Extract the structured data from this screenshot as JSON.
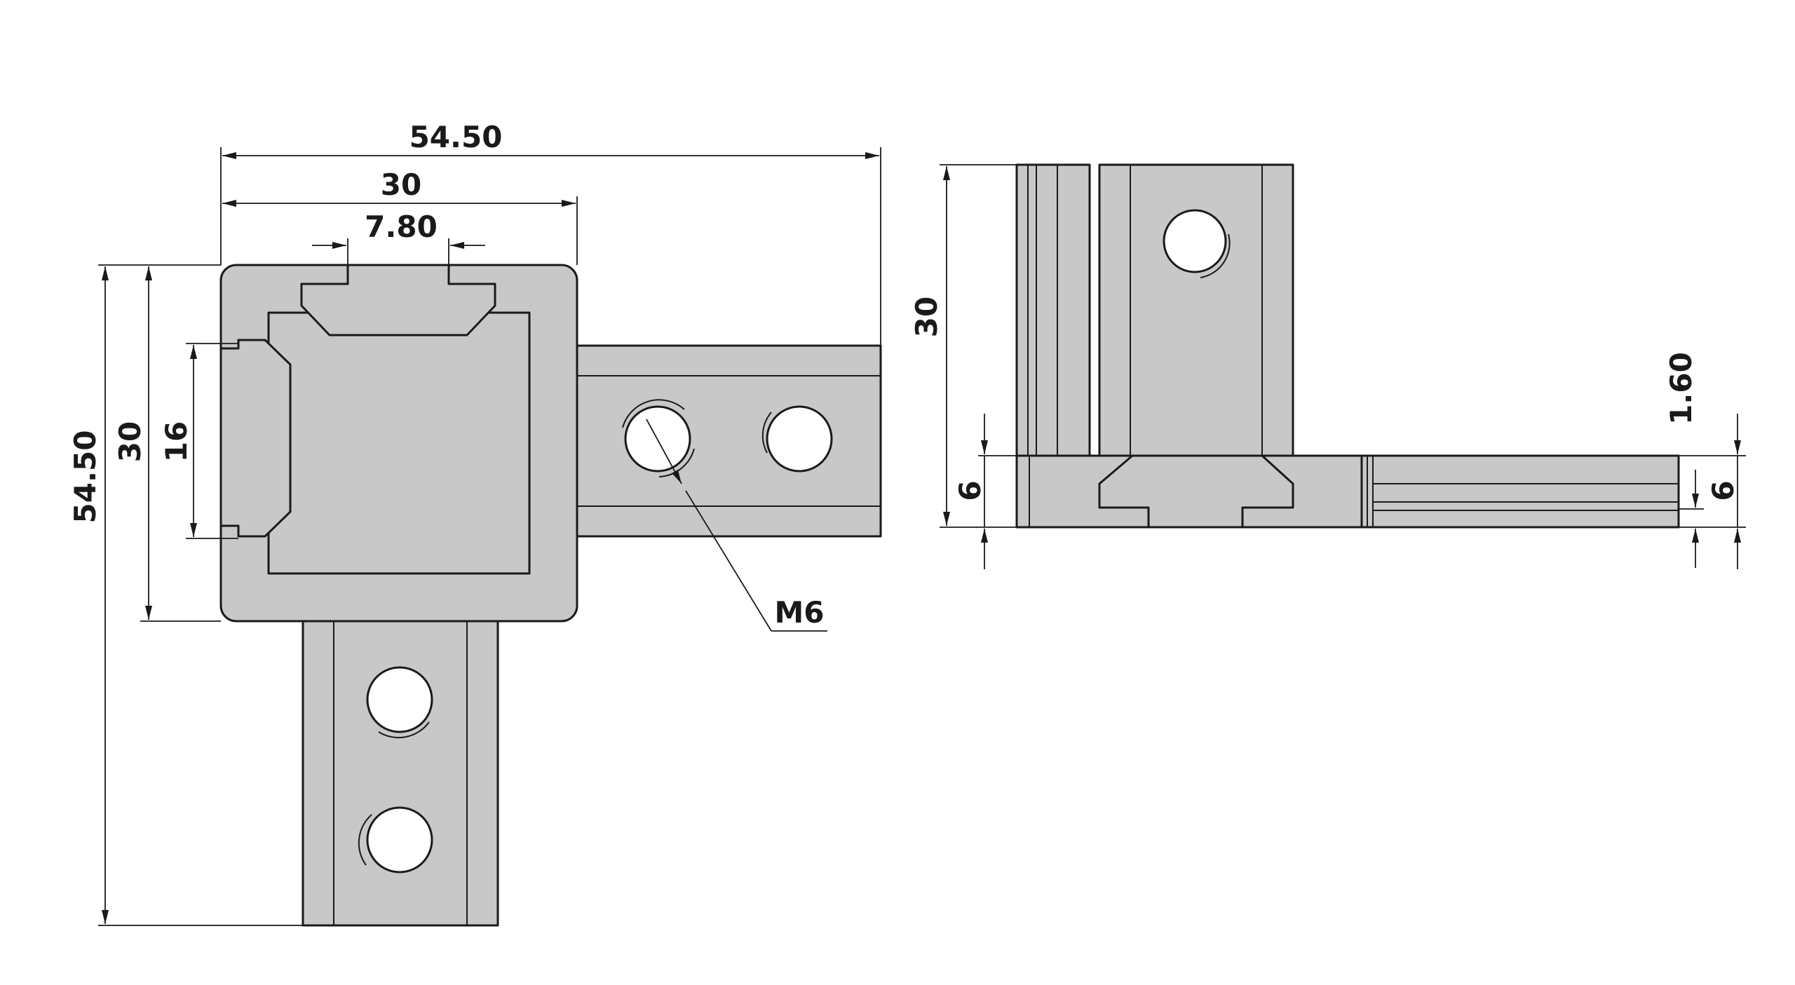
{
  "dimensions": {
    "overall_width": "54.50",
    "profile_width": "30",
    "slot_width": "7.80",
    "overall_height": "54.50",
    "profile_height": "30",
    "side_slot": "16",
    "side_view_height": "30",
    "side_view_thickness": "6",
    "arm_thickness": "6",
    "arm_offset": "1.60"
  },
  "thread_callout": "M6",
  "colors": {
    "part_fill": "#c8c8c8",
    "outline": "#1a1a1a",
    "hole": "#ffffff"
  }
}
